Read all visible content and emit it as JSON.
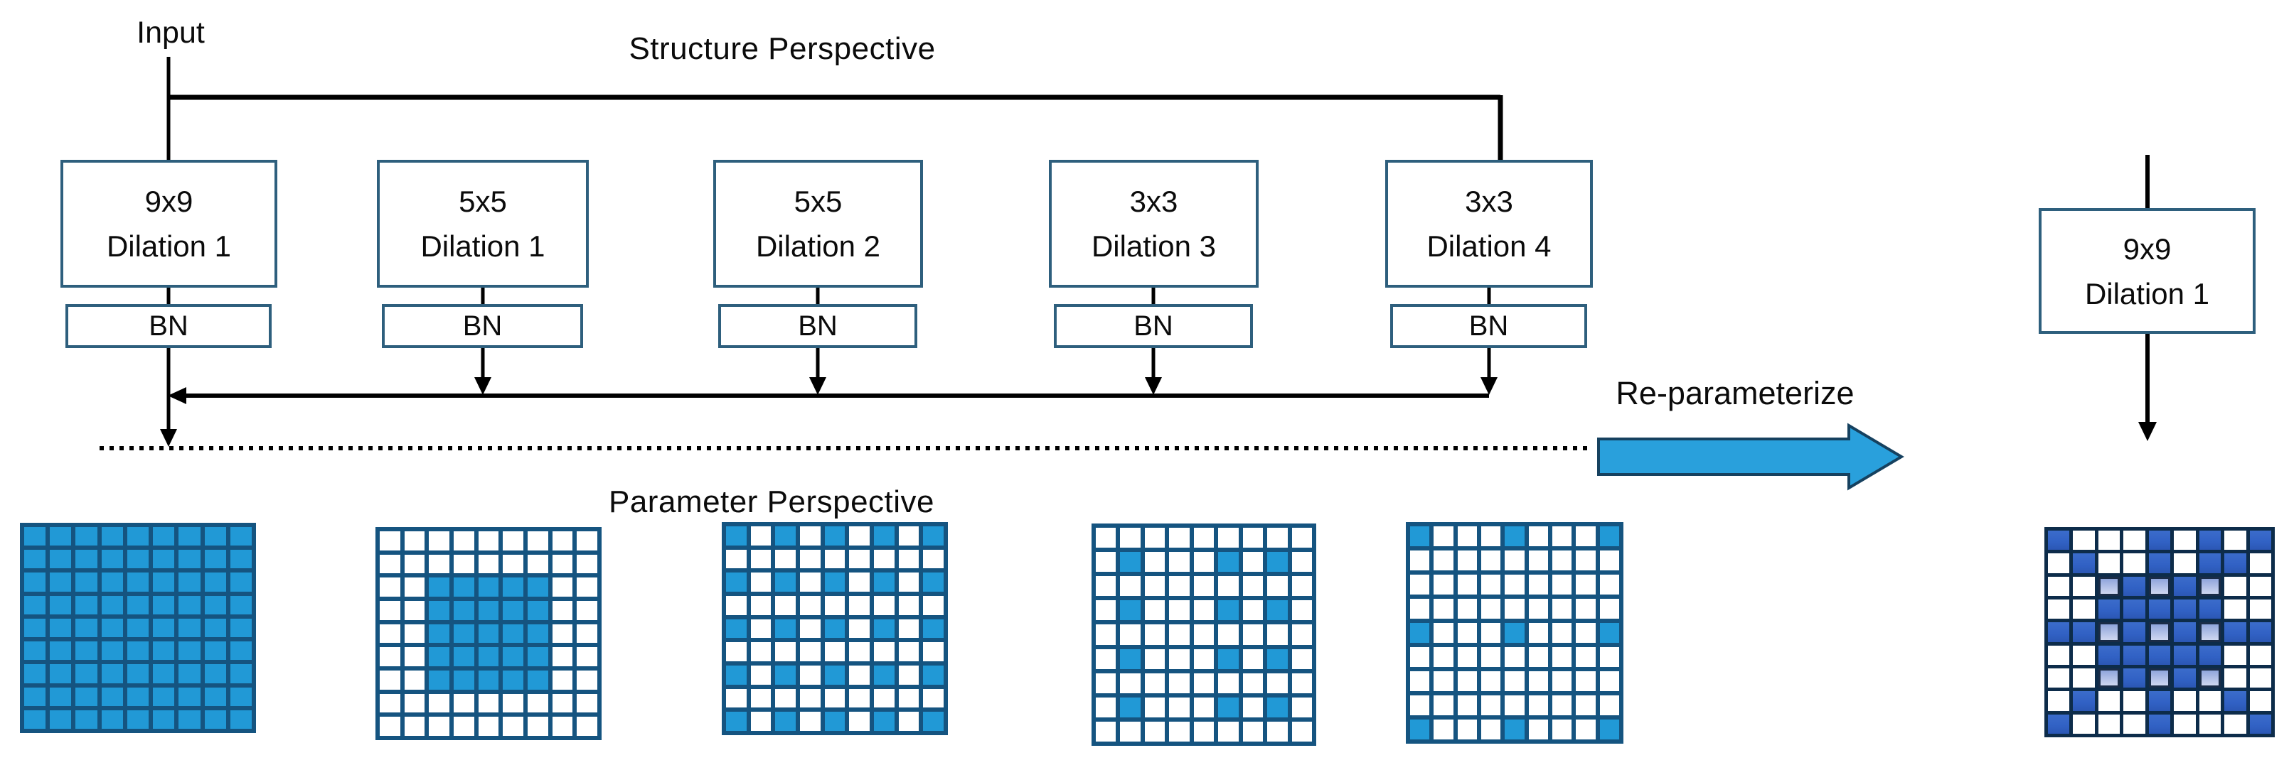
{
  "titles": {
    "structure": "Structure Perspective",
    "parameter": "Parameter Perspective"
  },
  "labels": {
    "input": "Input",
    "bn": "BN",
    "reparameterize": "Re-parameterize"
  },
  "branches": [
    {
      "kernel": "9x9",
      "dilation": "Dilation 1"
    },
    {
      "kernel": "5x5",
      "dilation": "Dilation 1"
    },
    {
      "kernel": "5x5",
      "dilation": "Dilation 2"
    },
    {
      "kernel": "3x3",
      "dilation": "Dilation 3"
    },
    {
      "kernel": "3x3",
      "dilation": "Dilation 4"
    }
  ],
  "merged_box": {
    "kernel": "9x9",
    "dilation": "Dilation 1"
  },
  "kernels": {
    "grid_size": 9,
    "branch_patterns": [
      [
        "111111111",
        "111111111",
        "111111111",
        "111111111",
        "111111111",
        "111111111",
        "111111111",
        "111111111",
        "111111111"
      ],
      [
        "000000000",
        "000000000",
        "001111100",
        "001111100",
        "001111100",
        "001111100",
        "001111100",
        "000000000",
        "000000000"
      ],
      [
        "101010101",
        "000000000",
        "101010101",
        "000000000",
        "101010101",
        "000000000",
        "101010101",
        "000000000",
        "101010101"
      ],
      [
        "000000000",
        "010001010",
        "000000000",
        "010001010",
        "000000000",
        "010001010",
        "000000000",
        "010001010",
        "000000000"
      ],
      [
        "100010001",
        "000000000",
        "000000000",
        "000000000",
        "100010001",
        "000000000",
        "000000000",
        "000000000",
        "100010001"
      ]
    ],
    "merged_pattern": [
      "100010101",
      "010010110",
      "002121200",
      "001111100",
      "112121211",
      "001111100",
      "002121200",
      "010010010",
      "100010001"
    ],
    "legend": {
      "0": "zero-weight (white)",
      "1": "non-zero weight (blue)",
      "2": "low-magnitude weight (light)"
    }
  },
  "colors": {
    "branch_cell_blue": "#2199d6",
    "branch_grid_line": "#155480",
    "box_border_blue": "#2e5f7d",
    "merged_cell_blue": "#3161c4",
    "merged_cell_light_top": "#8fa5db",
    "merged_cell_light_bottom": "#cfd7f0",
    "merged_grid_line": "#0d2c4a",
    "reparam_arrow_fill": "#29a0dc",
    "reparam_arrow_border": "#16415f"
  }
}
